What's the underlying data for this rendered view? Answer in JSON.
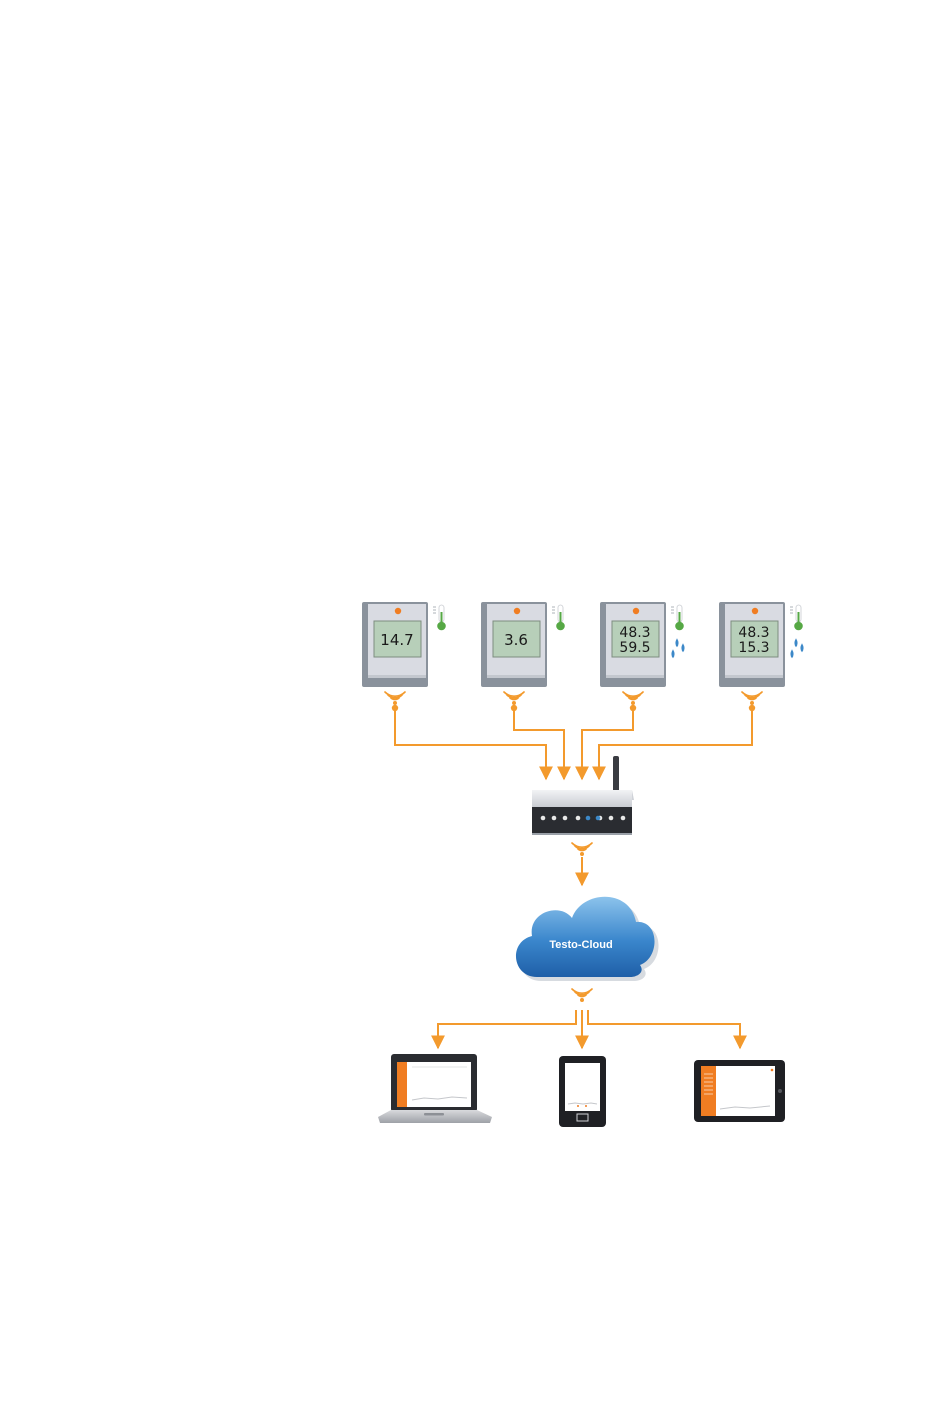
{
  "loggers": [
    {
      "id": "logger-1",
      "lines": [
        "14.7"
      ],
      "humidity": false
    },
    {
      "id": "logger-2",
      "lines": [
        "3.6"
      ],
      "humidity": false
    },
    {
      "id": "logger-3",
      "lines": [
        "48.3",
        "59.5"
      ],
      "humidity": true
    },
    {
      "id": "logger-4",
      "lines": [
        "48.3",
        "15.3"
      ],
      "humidity": true
    }
  ],
  "cloud": {
    "label": "Testo-Cloud"
  },
  "endpoints": [
    "laptop",
    "smartphone",
    "tablet"
  ],
  "colors": {
    "connection": "#f39a2d",
    "logger_body": "#d9dbe2",
    "logger_frame": "#8a929c",
    "display": "#b7cfb9",
    "thermometer": "#56a845",
    "water_drop": "#3c88c8",
    "cloud": "#3a86cc",
    "router_front": "#2a2c31"
  },
  "icons": [
    "wifi-signal-icon",
    "thermometer-icon",
    "water-drop-icon",
    "antenna-icon"
  ]
}
